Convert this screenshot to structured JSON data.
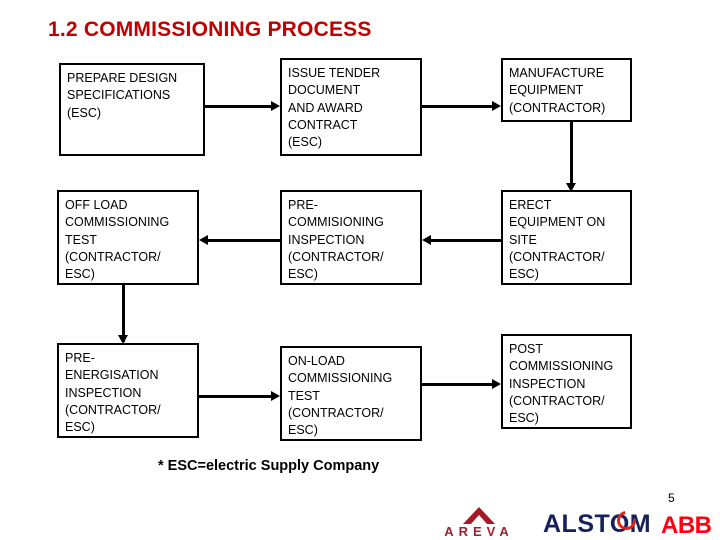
{
  "slide": {
    "title": "1.2 COMMISSIONING PROCESS",
    "footnote": "* ESC=electric Supply Company",
    "page_number": "5",
    "title_color": "#C00000",
    "box_border_color": "#000000",
    "background_color": "#FFFFFF"
  },
  "boxes": [
    {
      "id": "prepare-design-specifications",
      "text": "PREPARE DESIGN\nSPECIFICATIONS\n(ESC)"
    },
    {
      "id": "issue-tender-document",
      "text": "ISSUE TENDER\nDOCUMENT\nAND AWARD\nCONTRACT\n(ESC)"
    },
    {
      "id": "manufacture-equipment",
      "text": "MANUFACTURE\nEQUIPMENT\n(CONTRACTOR)"
    },
    {
      "id": "off-load-commissioning-test",
      "text": "OFF LOAD\nCOMMISSIONING\nTEST\n(CONTRACTOR/\nESC)"
    },
    {
      "id": "pre-commisioning-inspection",
      "text": "PRE-\nCOMMISIONING\nINSPECTION\n(CONTRACTOR/\nESC)"
    },
    {
      "id": "erect-equipment-on-site",
      "text": "ERECT\nEQUIPMENT ON\nSITE\n(CONTRACTOR/\nESC)"
    },
    {
      "id": "pre-energisation-inspection",
      "text": "PRE-\nENERGISATION\nINSPECTION\n(CONTRACTOR/\nESC)"
    },
    {
      "id": "on-load-commissioning-test",
      "text": "ON-LOAD\nCOMMISSIONING\nTEST\n(CONTRACTOR/\nESC)"
    },
    {
      "id": "post-commissioning-inspection",
      "text": "POST\nCOMMISSIONING\nINSPECTION\n(CONTRACTOR/\nESC)"
    }
  ],
  "logos": {
    "areva": {
      "label": "AREVA",
      "color": "#9B2230"
    },
    "alstom": {
      "label": "ALSTOM",
      "color": "#16205B",
      "accent_color": "#E2231A"
    },
    "abb": {
      "label": "ABB",
      "color": "#FF000F"
    }
  }
}
